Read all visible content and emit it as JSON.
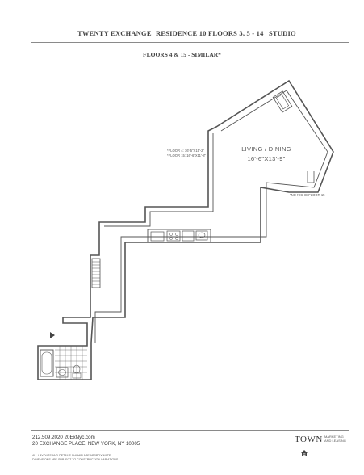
{
  "header": {
    "building": "TWENTY EXCHANGE",
    "residence": "RESIDENCE 10 FLOORS 3, 5 - 14",
    "type": "STUDIO"
  },
  "subtitle": "FLOORS 4 & 15 - SIMILAR*",
  "plan": {
    "room_name": "LIVING / DINING",
    "room_dims": "16'-6\"X13'-9\"",
    "note_floor4": "*FLOOR 4: 16'-5\"X15'-2\"",
    "note_floor15": "*FLOOR 15: 16'-6\"X11'-8\"",
    "note_niche": "*NO NICHE FLOOR 15"
  },
  "footer": {
    "phone_web": "212.509.2020   20ExNyc.com",
    "address": "20 EXCHANGE PLACE, NEW YORK, NY 10005",
    "disclaimer_1": "ALL LAYOUTS AND DETAILS SHOWN ARE APPROXIMATE.",
    "disclaimer_2": "DIMENSIONS ARE SUBJECT TO CONSTRUCTION VARIATIONS.",
    "brand": "TOWN",
    "brand_sub_1": "MARKETING",
    "brand_sub_2": "AND LEASING"
  },
  "icons": [
    "entry-arrow-icon",
    "equal-housing-icon"
  ]
}
